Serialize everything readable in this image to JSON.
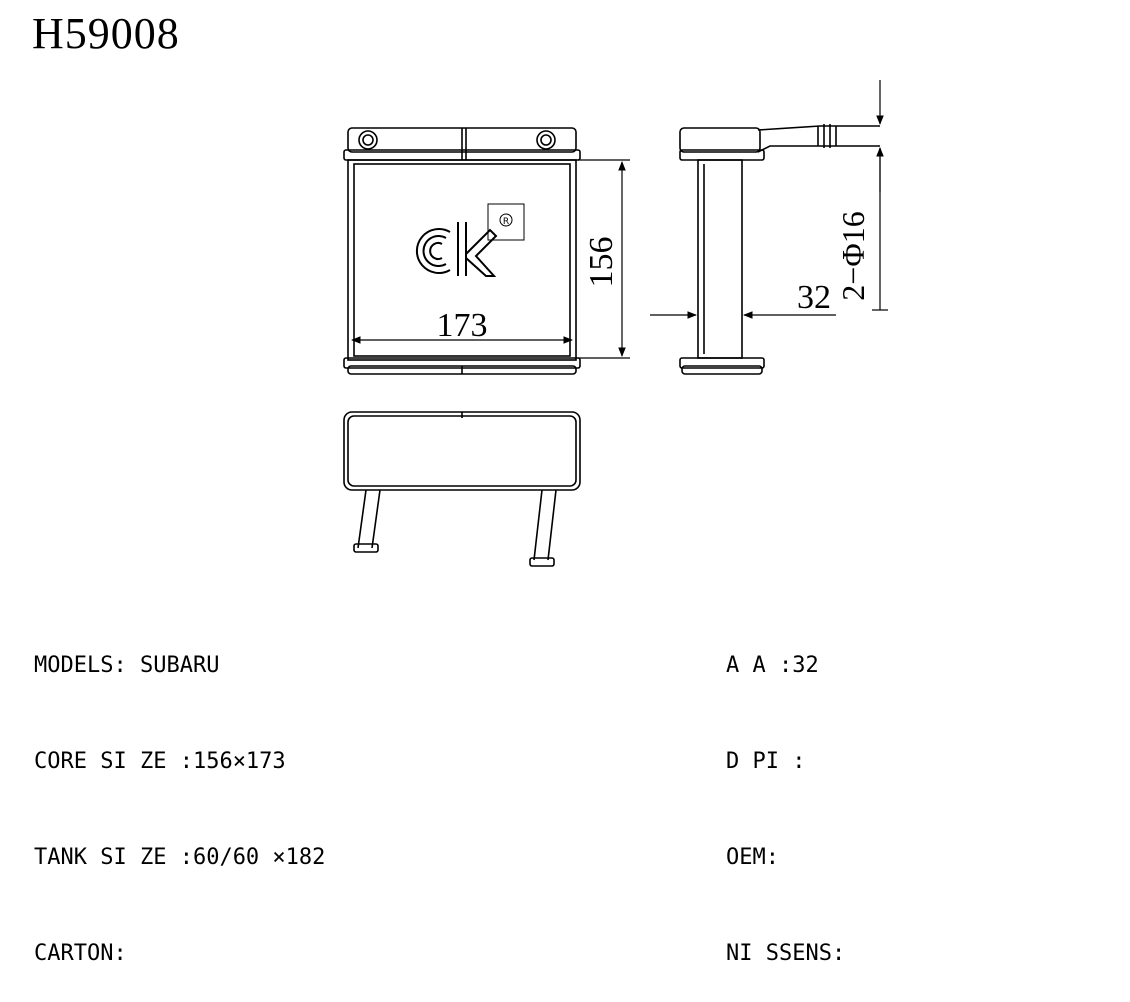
{
  "title": "H59008",
  "dimensions": {
    "width": "173",
    "height": "156",
    "depth": "32",
    "pipes": "2−Φ16"
  },
  "specs_left": [
    {
      "label": "MODELS: ",
      "value": "SUBARU"
    },
    {
      "label": "CORE SI ZE :",
      "value": "156×173"
    },
    {
      "label": "TANK SI ZE :",
      "value": "60/60 ×182"
    },
    {
      "label": "CARTON:",
      "value": ""
    }
  ],
  "specs_right": [
    {
      "label": "A A :",
      "value": "32"
    },
    {
      "label": "D PI :",
      "value": ""
    },
    {
      "label": "OEM:",
      "value": ""
    },
    {
      "label": "NI SSENS:",
      "value": ""
    }
  ]
}
